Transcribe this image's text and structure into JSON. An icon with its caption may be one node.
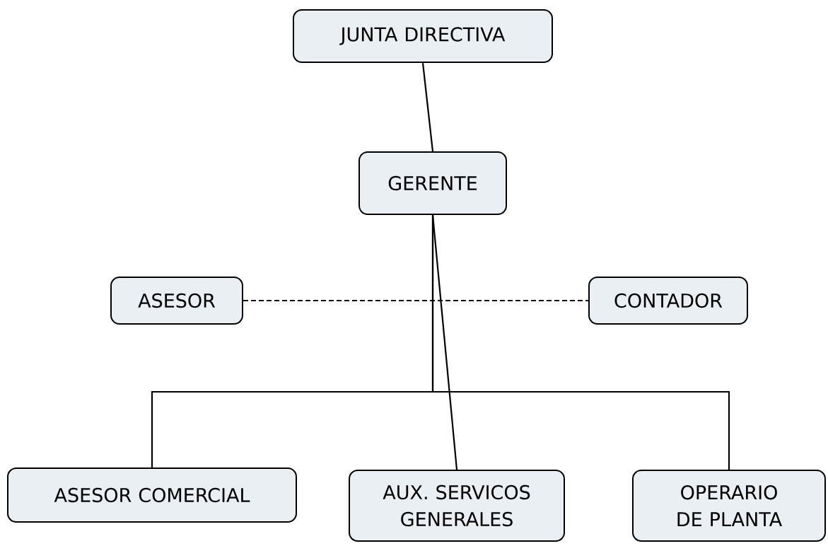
{
  "diagram": {
    "nodes": [
      {
        "text": [
          "JUNTA DIRECTIVA"
        ]
      },
      {
        "text": [
          "GERENTE"
        ]
      },
      {
        "text": [
          "ASESOR"
        ]
      },
      {
        "text": [
          "CONTADOR"
        ]
      },
      {
        "text": [
          "ASESOR COMERCIAL"
        ]
      },
      {
        "text": [
          "AUX. SERVICOS GENERALES"
        ]
      },
      {
        "text": [
          "OPERARIO DE PLANTA"
        ]
      }
    ],
    "edges": [
      {
        "from": 0,
        "to": 1,
        "arrow": "none"
      },
      {
        "from": 1,
        "to": 4,
        "arrow": "none"
      },
      {
        "from": 1,
        "to": 5,
        "arrow": "none"
      },
      {
        "from": 1,
        "to": 6,
        "arrow": "none"
      },
      {
        "from": 2,
        "to": 3,
        "arrow": "none",
        "style": "dashed"
      }
    ]
  }
}
